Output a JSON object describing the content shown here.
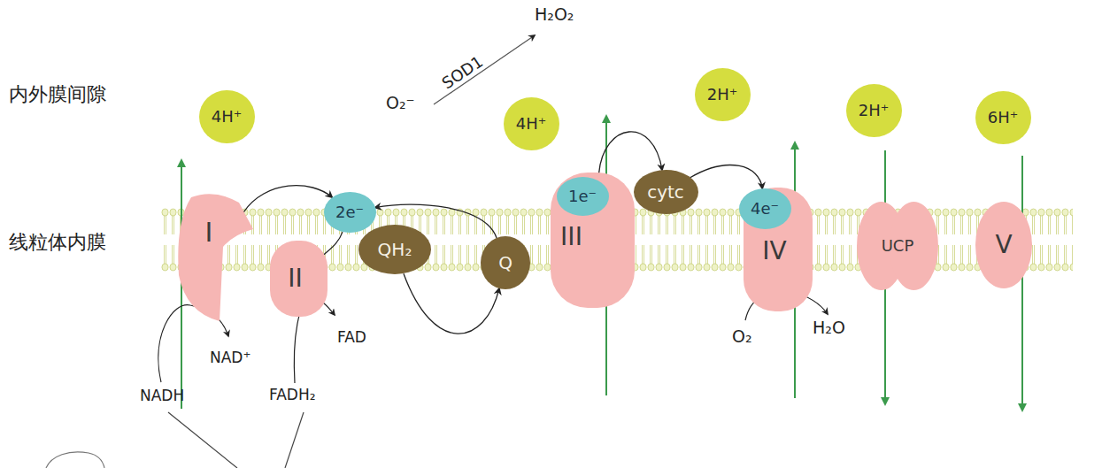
{
  "diagram": {
    "nodes": [
      {
        "text": [
          "4H⁺"
        ]
      },
      {
        "text": [
          "4H⁺"
        ]
      },
      {
        "text": [
          "2H⁺"
        ]
      },
      {
        "text": [
          "2H⁺"
        ]
      },
      {
        "text": [
          "6H⁺"
        ]
      },
      {
        "text": [
          "I"
        ]
      },
      {
        "text": [
          "II"
        ]
      },
      {
        "text": [
          "2e⁻"
        ]
      },
      {
        "text": [
          "QH₂"
        ]
      },
      {
        "text": [
          "Q"
        ]
      },
      {
        "text": [
          "III"
        ]
      },
      {
        "text": [
          "1e⁻"
        ],
        "in": 10
      },
      {
        "text": [
          "cytc"
        ]
      },
      {
        "text": [
          "IV"
        ]
      },
      {
        "text": [
          "4e⁻"
        ],
        "in": 13
      },
      {
        "text": [
          "UCP"
        ]
      },
      {
        "text": [
          "V"
        ]
      }
    ],
    "edges": [
      {
        "from": 5,
        "to": 7,
        "arrow": "to"
      },
      {
        "from": 6,
        "to": 7,
        "arrow": "none"
      },
      {
        "from": 9,
        "to": 7,
        "arrow": "to"
      },
      {
        "from": 8,
        "to": 9,
        "arrow": "to"
      },
      {
        "from": 10,
        "to": 12,
        "arrow": "to"
      },
      {
        "from": 12,
        "to": 14,
        "arrow": "to"
      }
    ],
    "labels": [
      "内外膜间隙",
      "线粒体内膜",
      "O₂⁻",
      "SOD1",
      "H₂O₂",
      "NAD⁺",
      "NADH",
      "FAD",
      "FADH₂",
      "O₂",
      "H₂O"
    ]
  }
}
